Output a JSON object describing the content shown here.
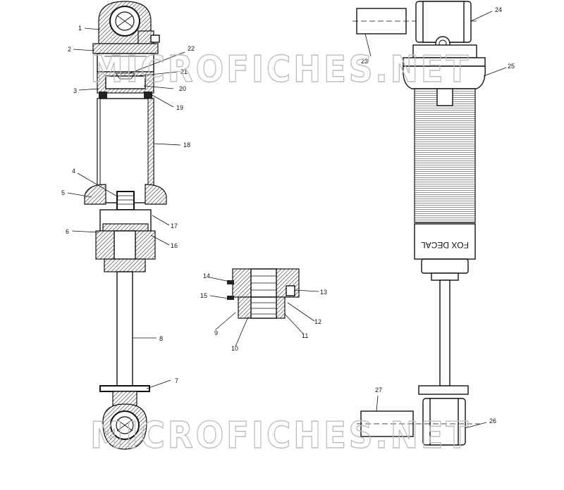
{
  "watermark": "MICROFICHES.NET",
  "decal_text": "FOX DECAL",
  "callouts": [
    {
      "id": "c1",
      "text": "1"
    },
    {
      "id": "c2",
      "text": "2"
    },
    {
      "id": "c3",
      "text": "3"
    },
    {
      "id": "c4",
      "text": "4"
    },
    {
      "id": "c5",
      "text": "5"
    },
    {
      "id": "c6",
      "text": "6"
    },
    {
      "id": "c7",
      "text": "7"
    },
    {
      "id": "c8",
      "text": "8"
    },
    {
      "id": "c9",
      "text": "9"
    },
    {
      "id": "c10",
      "text": "10"
    },
    {
      "id": "c11",
      "text": "11"
    },
    {
      "id": "c12",
      "text": "12"
    },
    {
      "id": "c13",
      "text": "13"
    },
    {
      "id": "c14",
      "text": "14"
    },
    {
      "id": "c15",
      "text": "15"
    },
    {
      "id": "c16",
      "text": "16"
    },
    {
      "id": "c17",
      "text": "17"
    },
    {
      "id": "c18",
      "text": "18"
    },
    {
      "id": "c19",
      "text": "19"
    },
    {
      "id": "c20",
      "text": "20"
    },
    {
      "id": "c21",
      "text": "21"
    },
    {
      "id": "c22",
      "text": "22"
    },
    {
      "id": "c23",
      "text": "23"
    },
    {
      "id": "c24",
      "text": "24"
    },
    {
      "id": "c25",
      "text": "25"
    },
    {
      "id": "c26",
      "text": "26"
    },
    {
      "id": "c27",
      "text": "27"
    }
  ]
}
